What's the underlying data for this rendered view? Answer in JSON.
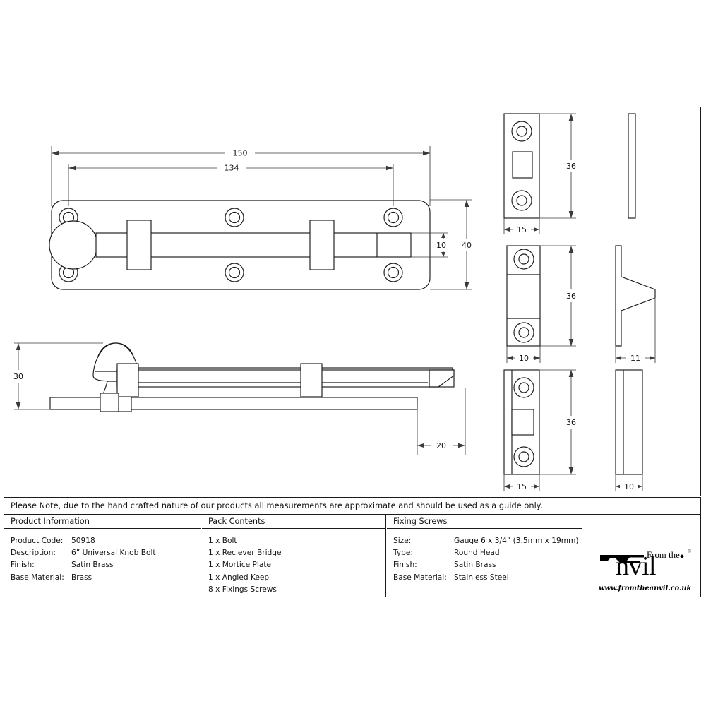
{
  "note": {
    "text": "Please Note, due to the hand crafted nature of our products all measurements are approximate and should be used as a guide only."
  },
  "table": {
    "columns": [
      {
        "name": "product-information",
        "header": "Product Information",
        "rows": [
          {
            "label": "Product Code:",
            "value": "50918"
          },
          {
            "label": "Description:",
            "value": "6” Universal Knob Bolt"
          },
          {
            "label": "Finish:",
            "value": "Satin Brass"
          },
          {
            "label": "Base Material:",
            "value": "Brass"
          }
        ]
      },
      {
        "name": "pack-contents",
        "header": "Pack Contents",
        "items": [
          "1 x Bolt",
          "1 x Reciever Bridge",
          "1 x Mortice Plate",
          "1 x Angled Keep",
          "8 x Fixings Screws"
        ]
      },
      {
        "name": "fixing-screws",
        "header": "Fixing Screws",
        "rows": [
          {
            "label": "Size:",
            "value": "Gauge 6 x 3/4” (3.5mm x 19mm)"
          },
          {
            "label": "Type:",
            "value": "Round Head"
          },
          {
            "label": "Finish:",
            "value": "Satin Brass"
          },
          {
            "label": "Base Material:",
            "value": "Stainless Steel"
          }
        ]
      }
    ]
  },
  "logo": {
    "top_text": "From the",
    "word": "nvil",
    "registered": "®",
    "url": "www.fromtheanvil.co.uk"
  },
  "drawing": {
    "dimensions": {
      "bolt_overall_length": "150",
      "bolt_inner_length": "134",
      "bolt_plate_height": "40",
      "bolt_shaft_diameter": "10",
      "knob_height": "30",
      "bolt_throw": "20",
      "keep_height_top": "36",
      "keep_width_top": "15",
      "keep_thickness_top": "",
      "bridge_height": "36",
      "bridge_width": "10",
      "bridge_depth": "11",
      "mortice_height": "36",
      "mortice_width": "15",
      "mortice_depth": "10"
    },
    "colors": {
      "line": "#1a1a1a",
      "dimension_line": "#3a3a3a",
      "background": "#ffffff"
    }
  }
}
